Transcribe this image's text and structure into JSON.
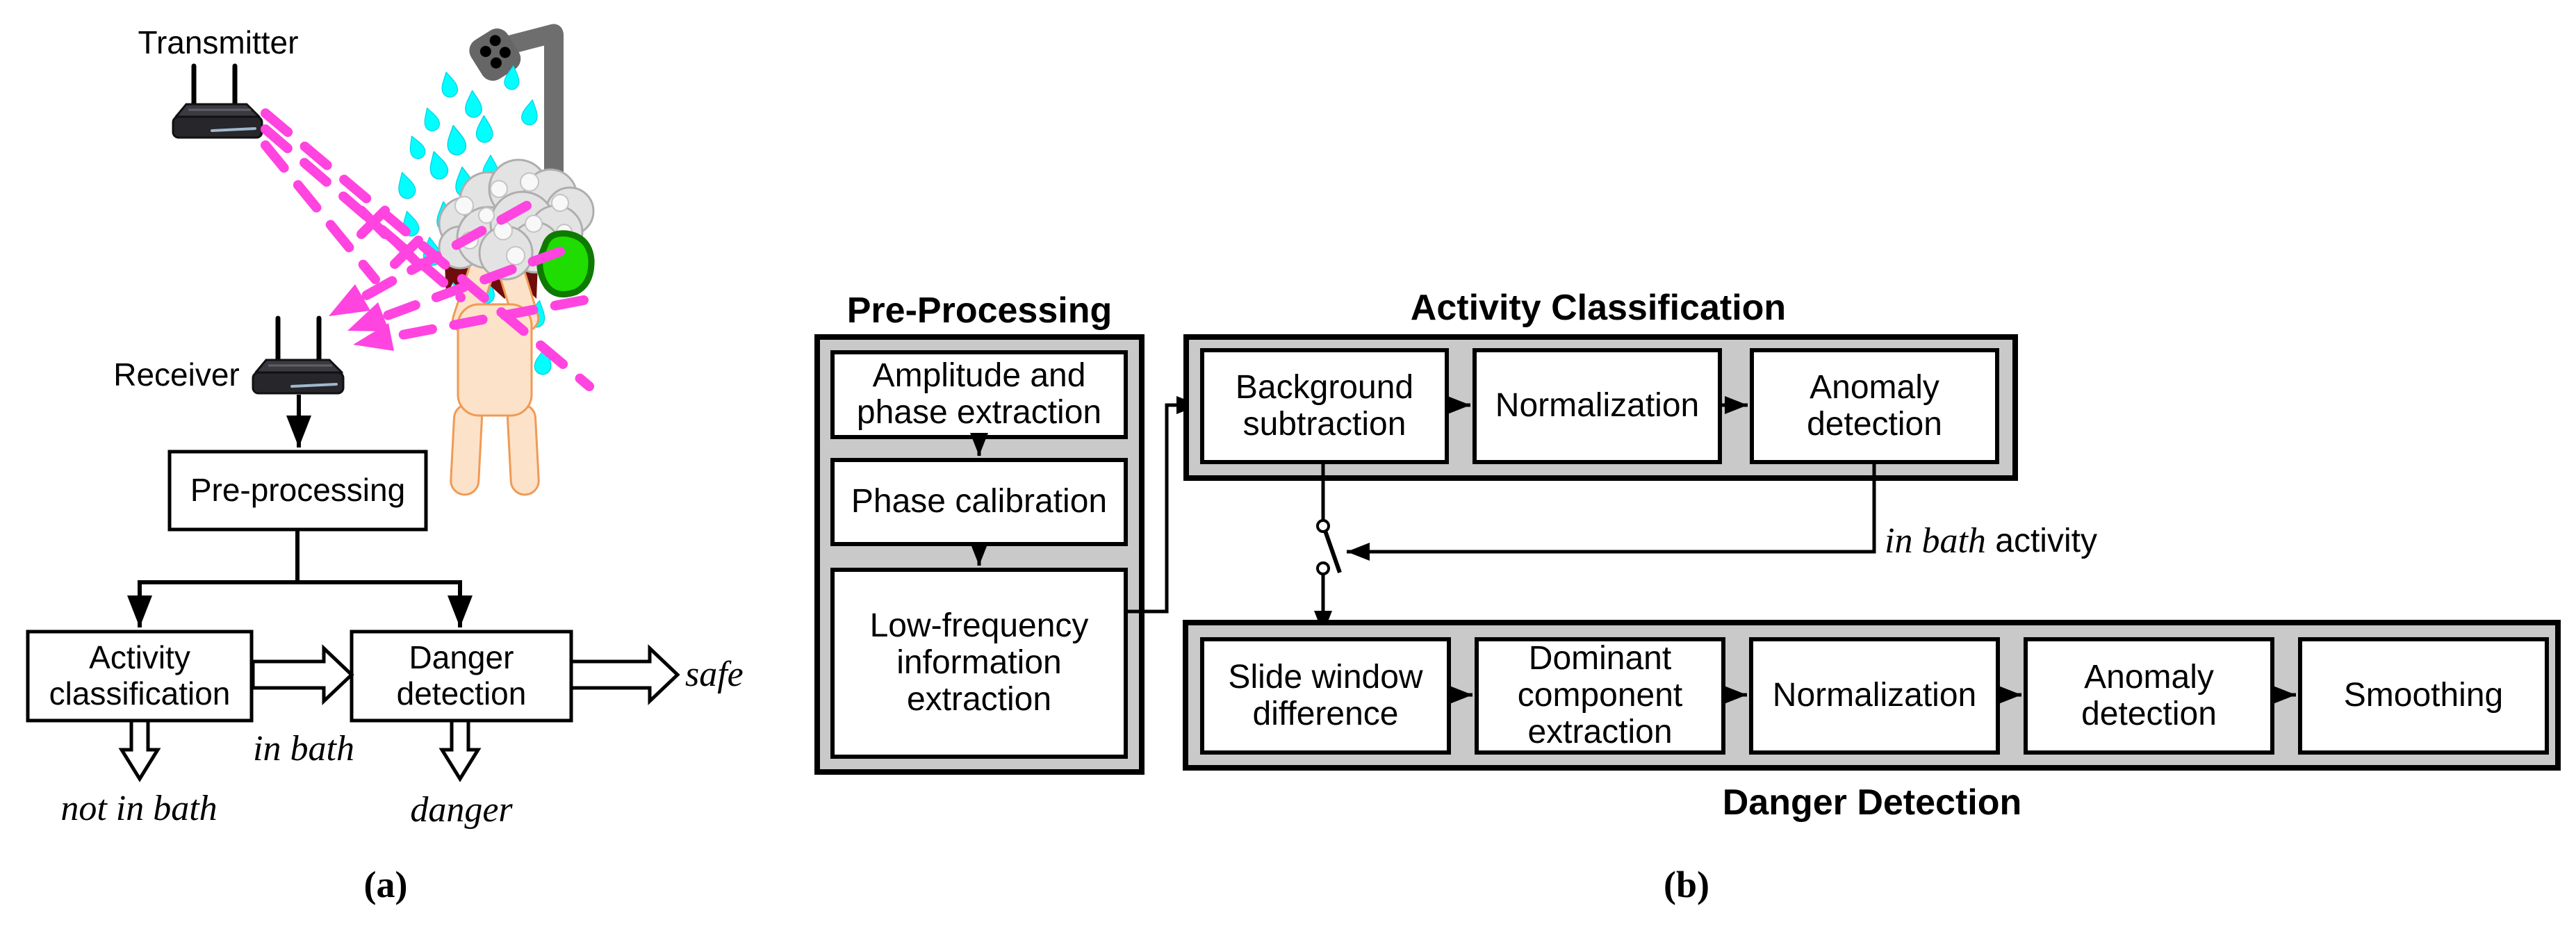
{
  "figure": {
    "panel_a": {
      "caption": "(a)",
      "transmitter_label": "Transmitter",
      "receiver_label": "Receiver",
      "boxes": {
        "preprocessing": "Pre-processing",
        "activity": "Activity\nclassification",
        "danger": "Danger\ndetection"
      },
      "outputs": {
        "safe": "safe",
        "in_bath": "in bath",
        "not_in_bath": "not in bath",
        "danger": "danger"
      }
    },
    "panel_b": {
      "caption": "(b)",
      "groups": {
        "preprocessing": {
          "title": "Pre-Processing",
          "boxes": [
            "Amplitude and\nphase extraction",
            "Phase calibration",
            "Low-frequency\ninformation\nextraction"
          ]
        },
        "activity": {
          "title": "Activity Classification",
          "boxes": [
            "Background\nsubtraction",
            "Normalization",
            "Anomaly\ndetection"
          ]
        },
        "danger": {
          "title": "Danger Detection",
          "boxes": [
            "Slide window\ndifference",
            "Dominant\ncomponent\nextraction",
            "Normalization",
            "Anomaly\ndetection",
            "Smoothing"
          ]
        }
      },
      "labels": {
        "in_bath_italic": "in bath",
        "in_bath_rest": " activity"
      }
    },
    "colors": {
      "group_fill": "#c9c9c9",
      "beam": "#ff44e0",
      "water": "#00ffff",
      "skin": "#fce2c9",
      "skin_outline": "#f09a55",
      "hair": "#6f0c0c",
      "sponge": "#1fdd00",
      "sponge_outline": "#0e7a00",
      "foam": "#e3e3e3",
      "pipe": "#6e6e6e"
    }
  }
}
